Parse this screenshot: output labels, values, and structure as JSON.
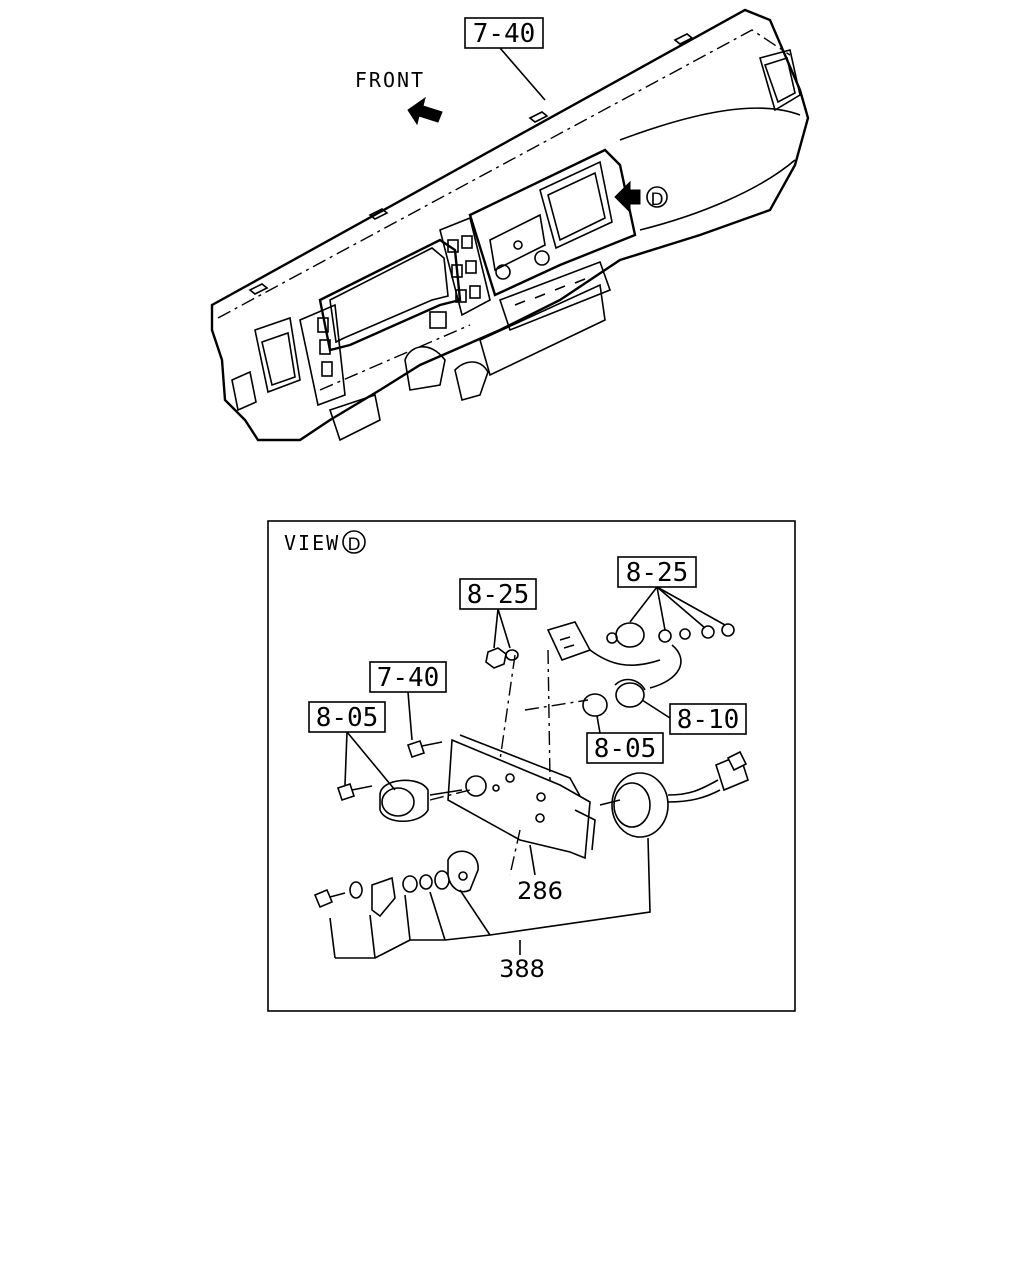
{
  "top": {
    "callout_main": "7-40",
    "front_label": "FRONT",
    "view_marker": "D"
  },
  "view_box": {
    "title": "VIEW",
    "marker": "D",
    "callouts": {
      "c825_left": "8-25",
      "c825_right": "8-25",
      "c740": "7-40",
      "c805_left": "8-05",
      "c805_right": "8-05",
      "c810": "8-10"
    },
    "part_numbers": {
      "p286": "286",
      "p388": "388"
    }
  }
}
